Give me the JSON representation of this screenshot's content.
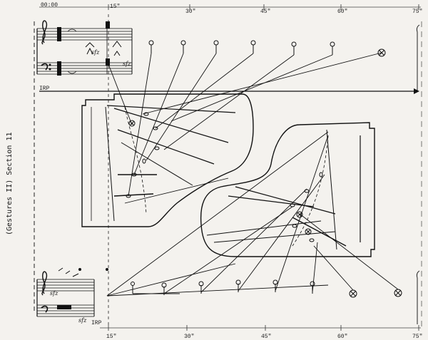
{
  "score": {
    "side_title": "(Gestures II) Section 11",
    "start_time": "00:00",
    "time_marks_top": [
      "15\"",
      "30\"",
      "45\"",
      "60\"",
      "75\""
    ],
    "time_marks_bottom": [
      "15\"",
      "30\"",
      "45\"",
      "60\"",
      "75\""
    ],
    "dynamic_marks": [
      "sfz",
      "sfz",
      "sfz",
      "sfz"
    ],
    "pedal_marks": [
      "IRP",
      "IRP"
    ]
  }
}
